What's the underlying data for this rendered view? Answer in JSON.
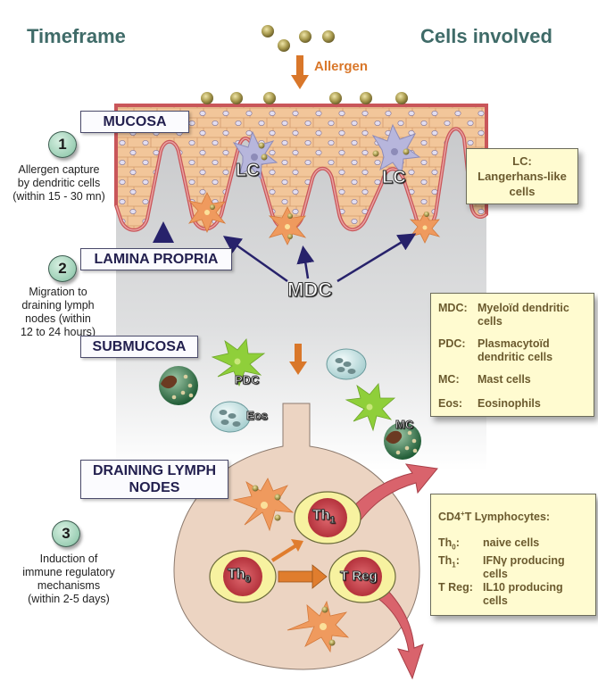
{
  "headers": {
    "left": "Timeframe",
    "right": "Cells involved"
  },
  "allergen_label": "Allergen",
  "stages": [
    {
      "number": "1",
      "text": [
        "Allergen capture",
        "by dendritic cells",
        "(within 15 - 30 mn)"
      ]
    },
    {
      "number": "2",
      "text": [
        "Migration to",
        "draining lymph",
        "nodes (within",
        "12 to 24 hours)"
      ]
    },
    {
      "number": "3",
      "text": [
        "Induction of",
        "immune regulatory",
        "mechanisms",
        "(within 2-5 days)"
      ]
    }
  ],
  "zones": {
    "mucosa": "MUCOSA",
    "lamina_propria": "LAMINA PROPRIA",
    "submucosa": "SUBMUCOSA",
    "lymph_nodes": [
      "DRAINING LYMPH",
      "NODES"
    ]
  },
  "cell_labels": {
    "lc": "LC",
    "mdc": "MDC",
    "pdc": "PDC",
    "eos": "Eos",
    "mc": "MC",
    "th0": "Th",
    "th0_sub": "0",
    "th1": "Th",
    "th1_sub": "1",
    "treg": "T Reg"
  },
  "legend_lc": {
    "lines": [
      "LC:",
      "Langerhans-like",
      "cells"
    ]
  },
  "legend_cells": [
    {
      "key": "MDC:",
      "value": [
        "Myeloïd dendritic",
        "cells"
      ]
    },
    {
      "key": "PDC:",
      "value": [
        "Plasmacytoïd",
        "dendritic cells"
      ]
    },
    {
      "key": "MC:",
      "value": [
        "Mast cells"
      ]
    },
    {
      "key": "Eos:",
      "value": [
        "Eosinophils"
      ]
    }
  ],
  "legend_tcells": {
    "title_prefix": "CD4",
    "title_sup": "+",
    "title_suffix": "T Lymphocytes:",
    "rows": [
      {
        "key": "Th",
        "sub": "0",
        "colon": ":",
        "value": [
          "naive cells"
        ]
      },
      {
        "key": "Th",
        "sub": "1",
        "colon": ":",
        "value": [
          "IFNγ producing",
          "cells"
        ]
      },
      {
        "key": "T Reg",
        "sub": "",
        "colon": ":",
        "value": [
          "IL10 producing",
          "cells"
        ]
      }
    ]
  },
  "colors": {
    "header_teal": "#3f6b68",
    "allergen_orange": "#d9772a",
    "zone_text": "#23204f",
    "legend_bg": "#fffbd0",
    "legend_text": "#6b5a2e",
    "mucosa_tissue": "#f2c69a",
    "basement_membrane": "#c9565a",
    "lymph_node": "#ecd4c2",
    "arrow_navy": "#27226b"
  }
}
